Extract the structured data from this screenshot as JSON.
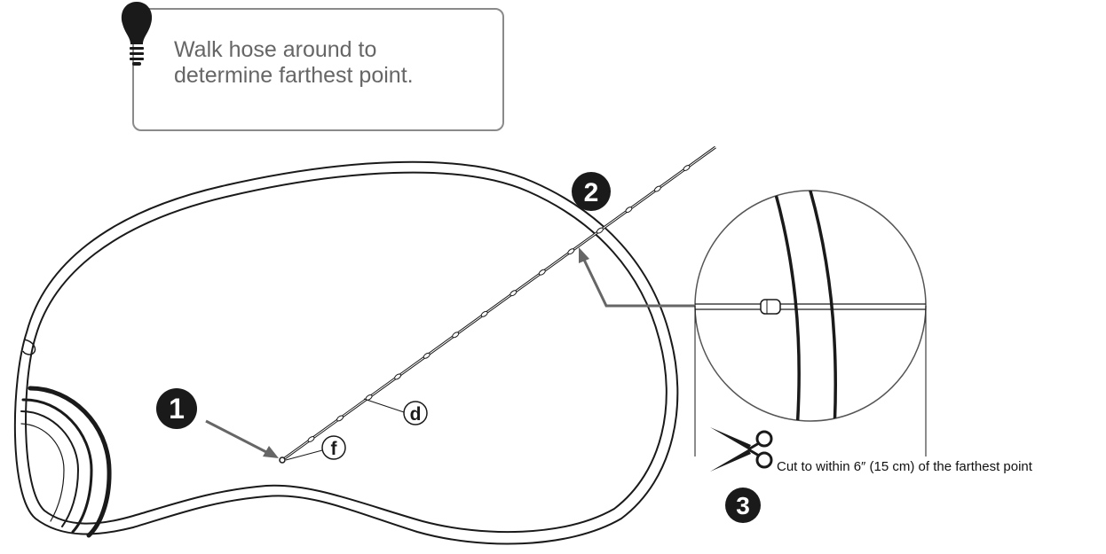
{
  "tip": {
    "icon": "lightbulb-icon",
    "lines": [
      "Walk hose around to",
      "determine farthest point."
    ]
  },
  "steps": [
    {
      "number": "1"
    },
    {
      "number": "2"
    },
    {
      "number": "3"
    }
  ],
  "callouts": {
    "d": "d",
    "f": "f"
  },
  "cut_instruction": "Cut to within 6″ (15 cm) of the farthest point",
  "colors": {
    "outline": "#1a1a1a",
    "arrow": "#666666",
    "tip_text": "#666666",
    "tip_border": "#8a8a8a",
    "badge": "#1a1a1a"
  }
}
